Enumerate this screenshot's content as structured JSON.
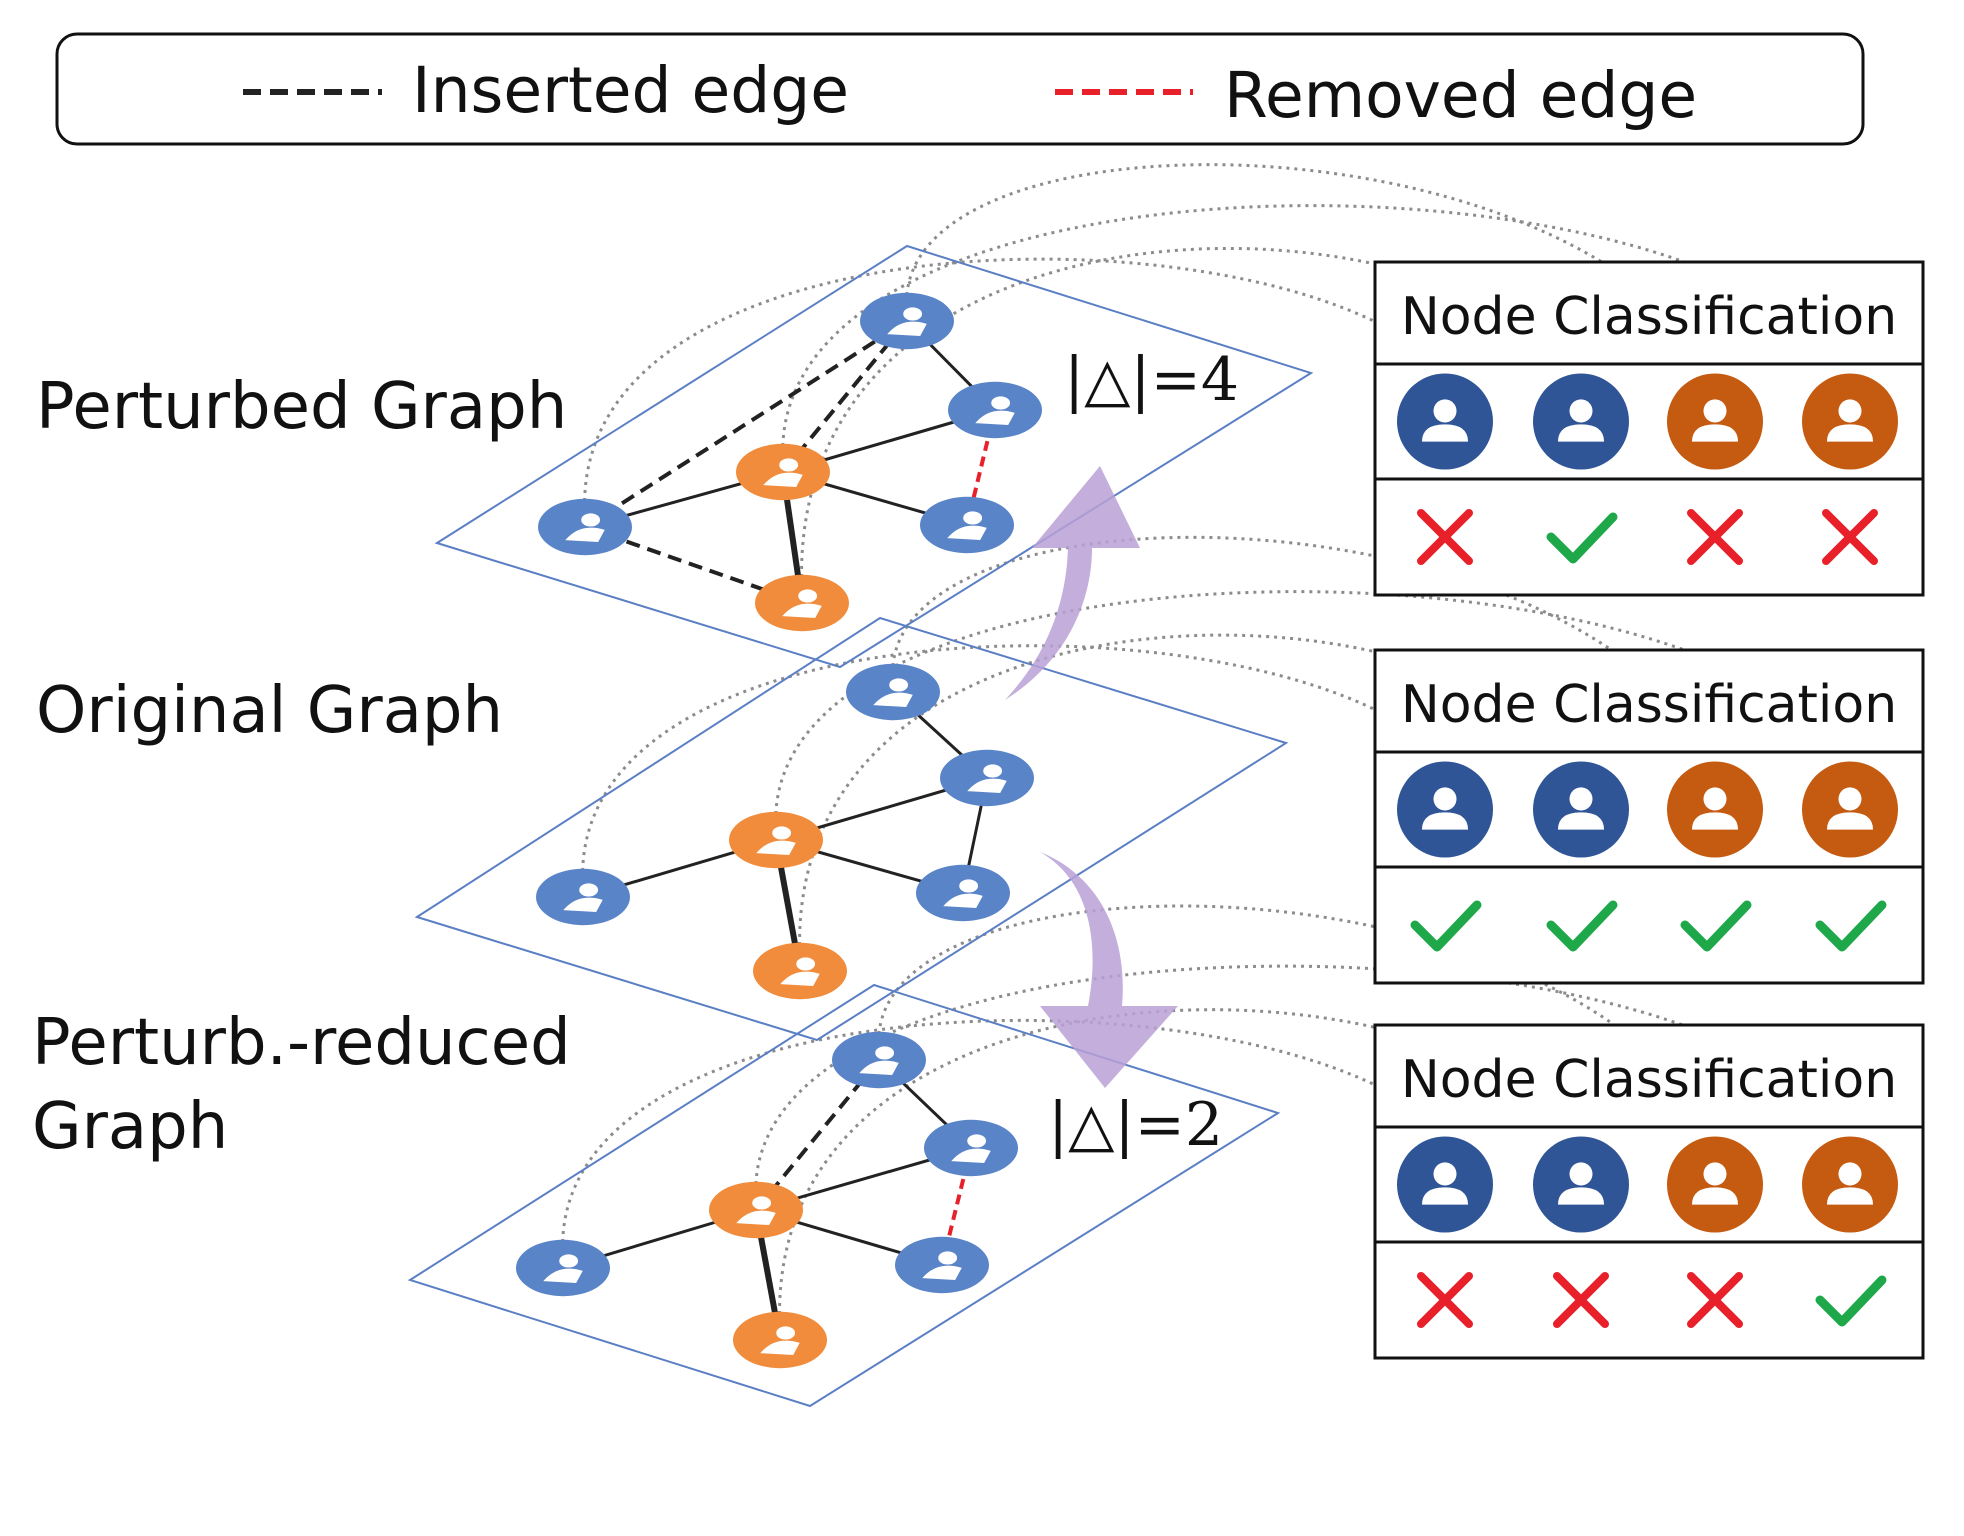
{
  "legend": {
    "inserted_label": "Inserted edge",
    "removed_label": "Removed edge",
    "inserted_color": "#222222",
    "removed_color": "#e8202a"
  },
  "layers": [
    {
      "id": "perturbed",
      "label_lines": [
        "Perturbed Graph"
      ],
      "delta": "|△|=4",
      "has_delta": true
    },
    {
      "id": "original",
      "label_lines": [
        "Original Graph"
      ],
      "delta": "",
      "has_delta": false
    },
    {
      "id": "reduced",
      "label_lines": [
        "Perturb.-reduced",
        "Graph"
      ],
      "delta": "|△|=2",
      "has_delta": true
    }
  ],
  "panels": [
    {
      "title": "Node Classification",
      "node_colors": [
        "blue",
        "blue",
        "orange",
        "orange"
      ],
      "results": [
        "cross",
        "check",
        "cross",
        "cross"
      ]
    },
    {
      "title": "Node Classification",
      "node_colors": [
        "blue",
        "blue",
        "orange",
        "orange"
      ],
      "results": [
        "check",
        "check",
        "check",
        "check"
      ]
    },
    {
      "title": "Node Classification",
      "node_colors": [
        "blue",
        "blue",
        "orange",
        "orange"
      ],
      "results": [
        "cross",
        "cross",
        "cross",
        "check"
      ]
    }
  ],
  "colors": {
    "node_blue": "#5a84c8",
    "node_orange": "#f08c3c",
    "panel_blue": "#2f5597",
    "panel_orange": "#c55a11",
    "plane_border": "#5b7fc4",
    "arrow_purple": "#b9a0d6",
    "check": "#1ea84a",
    "cross": "#e8202a",
    "dotted": "#8c8c8c"
  },
  "icons": {
    "node": "user-icon",
    "correct": "check-icon",
    "wrong": "cross-icon",
    "transition": "curved-arrow-icon"
  }
}
